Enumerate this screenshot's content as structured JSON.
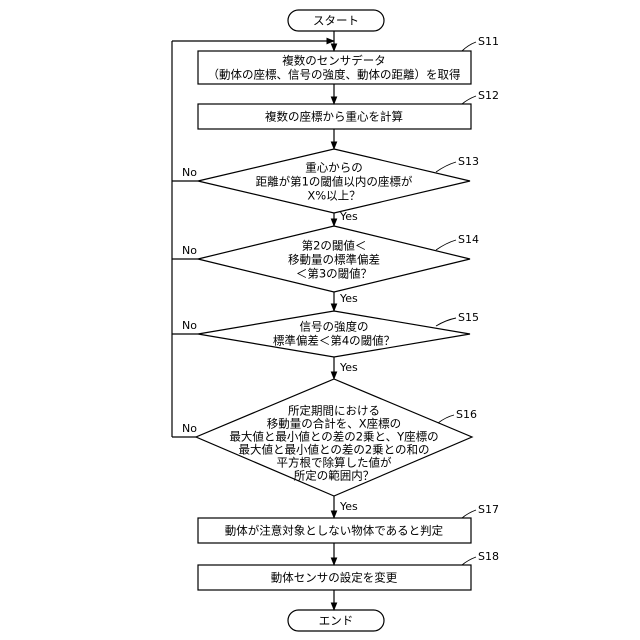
{
  "flowchart": {
    "start": "スタート",
    "end": "エンド",
    "steps": [
      {
        "id": "S11",
        "label": "S11",
        "lines": [
          "複数のセンサデータ",
          "（動体の座標、信号の強度、動体の距離）を取得"
        ]
      },
      {
        "id": "S12",
        "label": "S12",
        "lines": [
          "複数の座標から重心を計算"
        ]
      },
      {
        "id": "S13",
        "label": "S13",
        "lines": [
          "重心からの",
          "距離が第1の閾値以内の座標が",
          "X%以上？"
        ]
      },
      {
        "id": "S14",
        "label": "S14",
        "lines": [
          "第2の閾値＜",
          "移動量の標準偏差",
          "＜第3の閾値？"
        ]
      },
      {
        "id": "S15",
        "label": "S15",
        "lines": [
          "信号の強度の",
          "標準偏差＜第4の閾値？"
        ]
      },
      {
        "id": "S16",
        "label": "S16",
        "lines": [
          "所定期間における",
          "移動量の合計を、X座標の",
          "最大値と最小値との差の2乗と、Y座標の",
          "最大値と最小値との差の2乗との和の",
          "平方根で除算した値が",
          "所定の範囲内？"
        ]
      },
      {
        "id": "S17",
        "label": "S17",
        "lines": [
          "動体が注意対象としない物体であると判定"
        ]
      },
      {
        "id": "S18",
        "label": "S18",
        "lines": [
          "動体センサの設定を変更"
        ]
      }
    ],
    "yes_label": "Yes",
    "no_label": "No"
  }
}
